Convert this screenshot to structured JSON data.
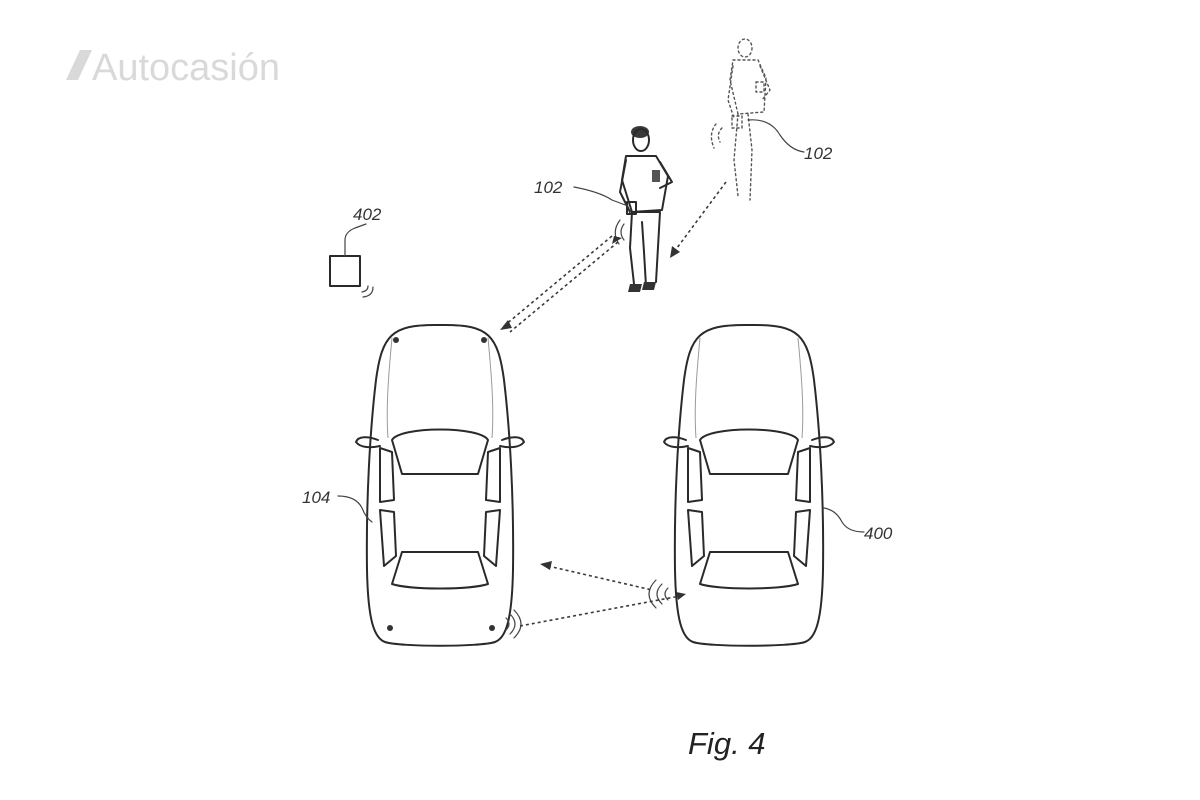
{
  "watermark": {
    "text": "Autocasión",
    "color": "#d9d9d9"
  },
  "figure": {
    "caption": "Fig. 4"
  },
  "labels": {
    "remote_device": "402",
    "person_near": "102",
    "person_far": "102",
    "vehicle_left": "104",
    "vehicle_right": "400"
  }
}
